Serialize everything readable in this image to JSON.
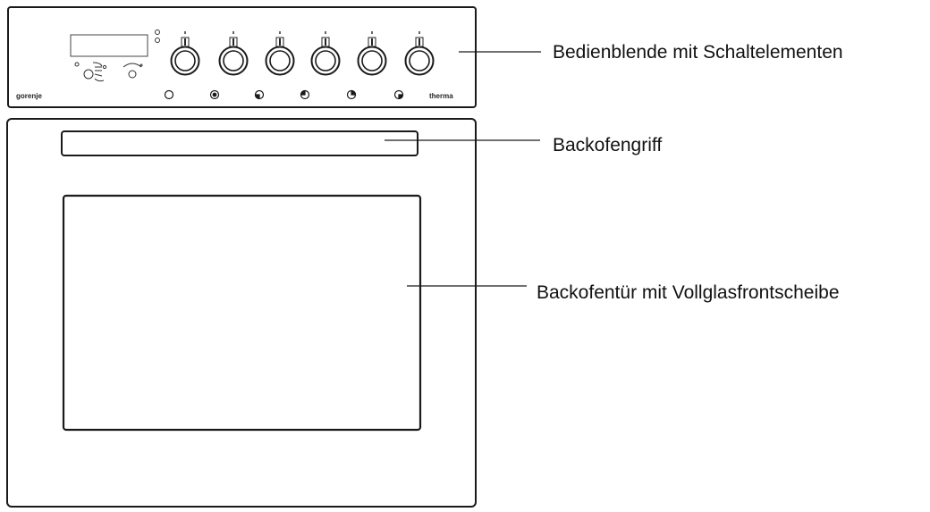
{
  "brand": {
    "left": "gorenje",
    "right": "therma"
  },
  "labels": {
    "control_panel": "Bedienblende mit Schaltelementen",
    "oven_handle": "Backofengriff",
    "oven_door": "Backofentür mit Vollglasfrontscheibe"
  },
  "colors": {
    "line": "#1a1a1a",
    "text": "#111111",
    "background": "#ffffff"
  },
  "icons": {
    "knob": "rotary-knob-icon",
    "indicator": "hotplate-indicator-icon"
  },
  "knobs": {
    "count": 6
  },
  "indicators": {
    "count": 6
  }
}
